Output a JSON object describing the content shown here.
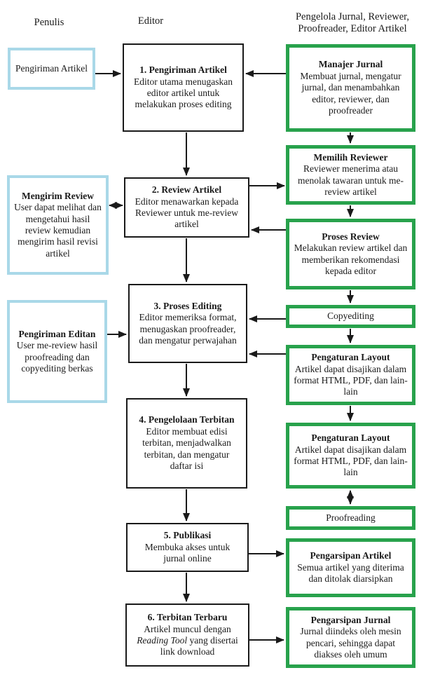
{
  "colors": {
    "green_border": "#28a24c",
    "blue_border": "#a9d8e8",
    "black_line": "#1a1a1a"
  },
  "headers": {
    "left": "Penulis",
    "middle": "Editor",
    "right_line1": "Pengelola Jurnal, Reviewer,",
    "right_line2": "Proofreader, Editor Artikel"
  },
  "author_boxes": [
    {
      "title": "",
      "body": "Pengiriman Artikel"
    },
    {
      "title": "Mengirim Review",
      "body": "User dapat melihat dan mengetahui hasil review kemudian mengirim hasil revisi artikel"
    },
    {
      "title": "Pengiriman Editan",
      "body": "User me-review hasil proofreading dan copyediting berkas"
    }
  ],
  "editor_boxes": [
    {
      "title": "1. Pengiriman Artikel",
      "body": "Editor utama menugaskan editor artikel untuk melakukan proses editing"
    },
    {
      "title": "2. Review Artikel",
      "body": "Editor menawarkan kepada Reviewer untuk me-review artikel"
    },
    {
      "title": "3. Proses Editing",
      "body": "Editor memeriksa format, menugaskan proofreader, dan mengatur perwajahan"
    },
    {
      "title": "4. Pengelolaan Terbitan",
      "body": "Editor membuat edisi terbitan, menjadwalkan terbitan, dan mengatur daftar isi"
    },
    {
      "title": "5. Publikasi",
      "body": "Membuka akses untuk jurnal online"
    },
    {
      "title": "6. Terbitan Terbaru",
      "body_pre": "Artikel muncul dengan ",
      "body_italic": "Reading Tool",
      "body_post": " yang disertai link download"
    }
  ],
  "manager_boxes": [
    {
      "title": "Manajer Jurnal",
      "body": "Membuat jurnal, mengatur jurnal, dan menambahkan editor, reviewer, dan proofreader"
    },
    {
      "title": "Memilih Reviewer",
      "body": "Reviewer menerima atau menolak tawaran untuk me-review artikel"
    },
    {
      "title": "Proses Review",
      "body": "Melakukan review artikel dan memberikan rekomendasi kepada editor"
    },
    {
      "title": "",
      "body": "Copyediting"
    },
    {
      "title": "Pengaturan Layout",
      "body": "Artikel dapat disajikan dalam format HTML, PDF, dan lain-lain"
    },
    {
      "title": "Pengaturan Layout",
      "body": "Artikel dapat disajikan dalam format HTML, PDF, dan lain-lain"
    },
    {
      "title": "",
      "body": "Proofreading"
    },
    {
      "title": "Pengarsipan Artikel",
      "body": "Semua artikel yang diterima dan ditolak diarsipkan"
    },
    {
      "title": "Pengarsipan Jurnal",
      "body": "Jurnal diindeks oleh mesin pencari, sehingga dapat diakses oleh umum"
    }
  ]
}
